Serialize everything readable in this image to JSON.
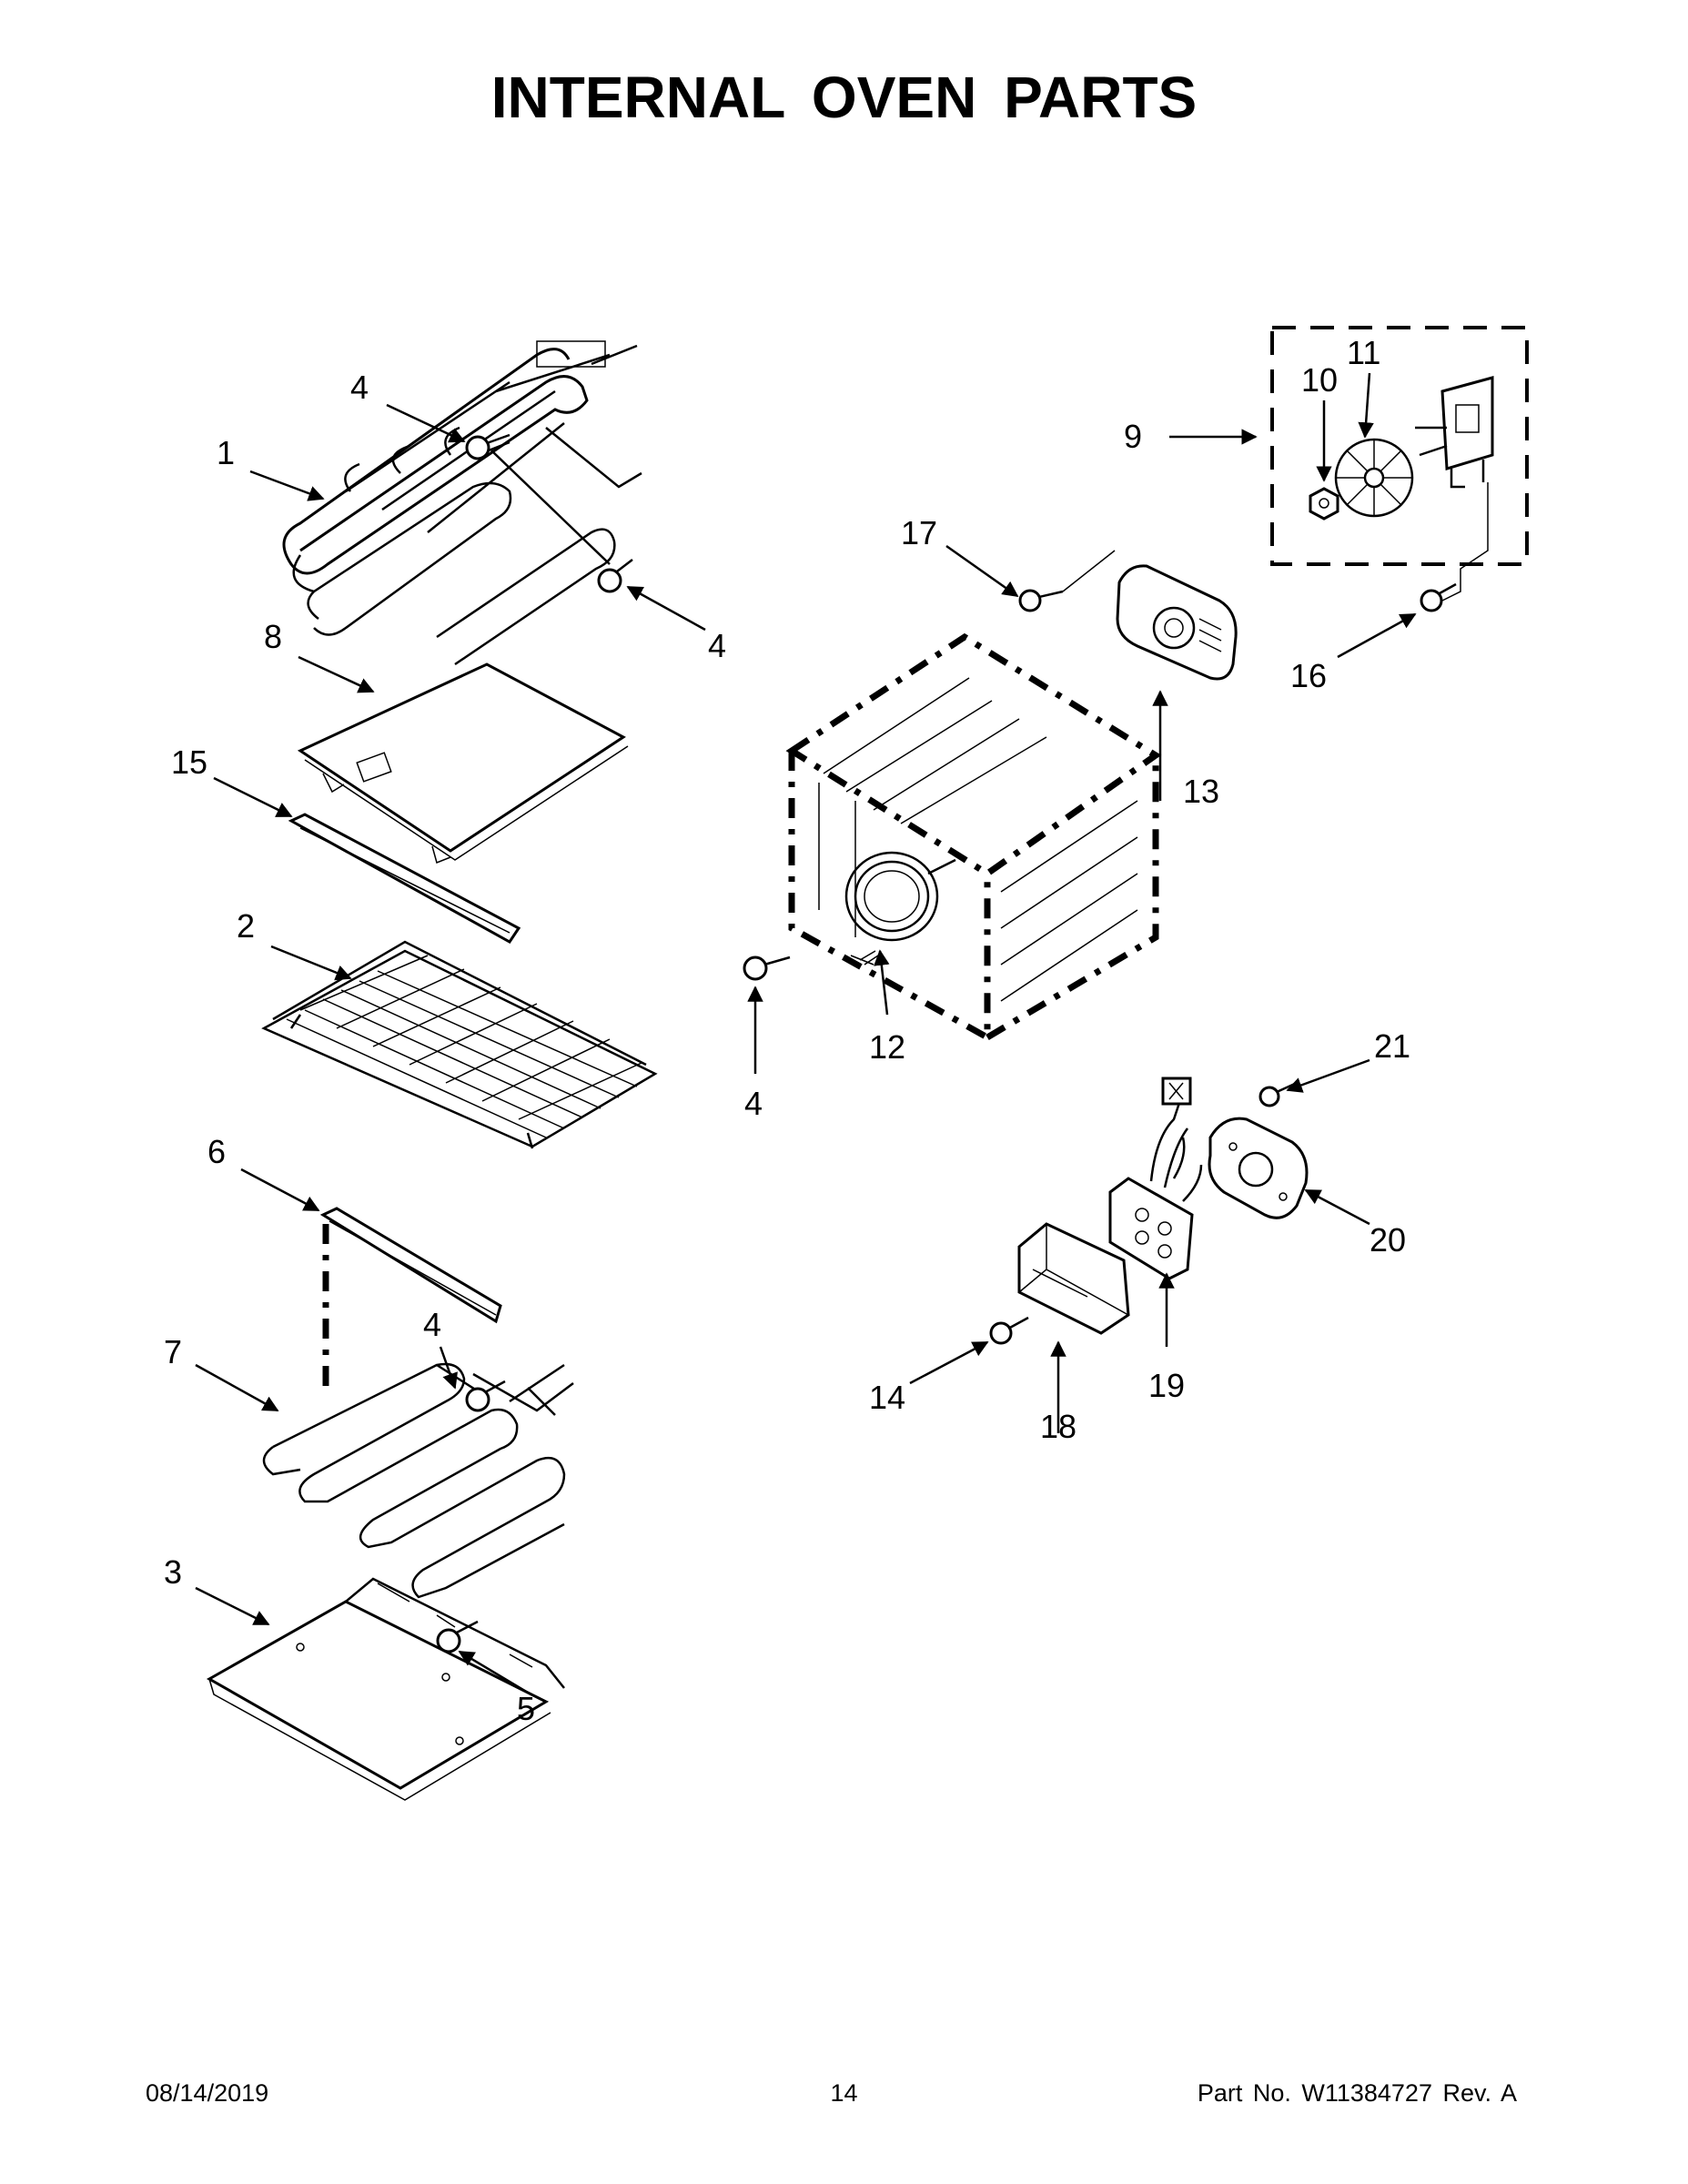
{
  "title": "INTERNAL OVEN PARTS",
  "footer": {
    "date": "08/14/2019",
    "page": "14",
    "part": "Part No.  W11384727  Rev.  A"
  },
  "callouts": {
    "c1": "1",
    "c2": "2",
    "c3": "3",
    "c4a": "4",
    "c4b": "4",
    "c4c": "4",
    "c4d": "4",
    "c5": "5",
    "c6": "6",
    "c7": "7",
    "c8": "8",
    "c9": "9",
    "c10": "10",
    "c11": "11",
    "c12": "12",
    "c13": "13",
    "c14": "14",
    "c15": "15",
    "c16": "16",
    "c17": "17",
    "c18": "18",
    "c19": "19",
    "c20": "20",
    "c21": "21"
  }
}
